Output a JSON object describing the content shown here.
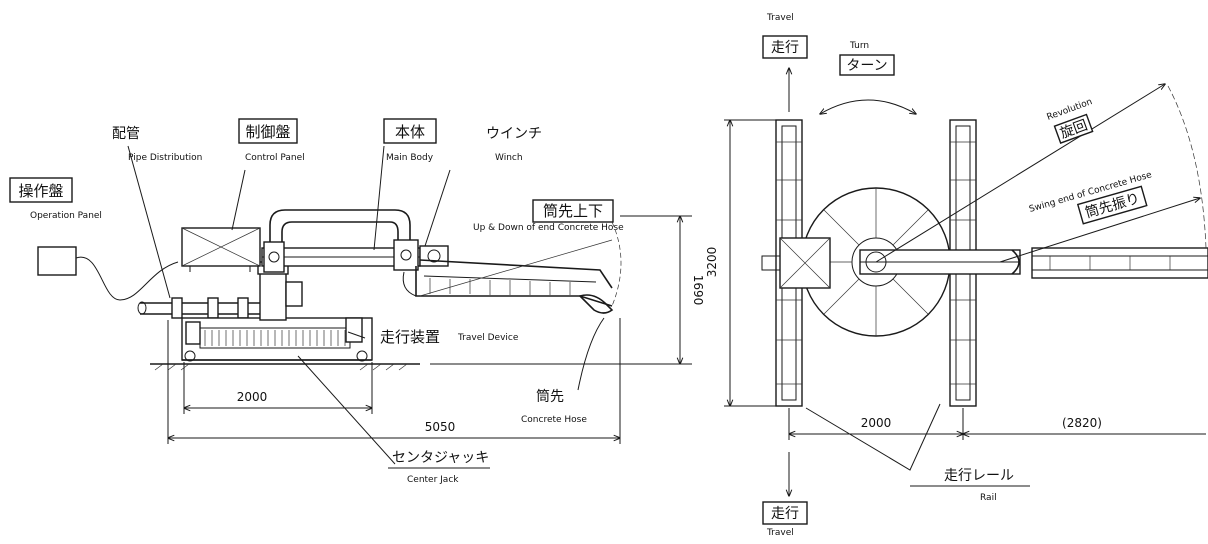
{
  "side_view": {
    "operation_panel": {
      "jp": "操作盤",
      "en": "Operation Panel"
    },
    "pipe_distribution": {
      "jp": "配管",
      "en": "Pipe Distribution"
    },
    "control_panel": {
      "jp": "制御盤",
      "en": "Control Panel"
    },
    "main_body": {
      "jp": "本体",
      "en": "Main Body"
    },
    "winch": {
      "jp": "ウインチ",
      "en": "Winch"
    },
    "up_down": {
      "jp": "筒先上下",
      "en": "Up & Down of end Concrete  Hose"
    },
    "travel_device": {
      "jp": "走行装置",
      "en": "Travel Device"
    },
    "concrete_hose": {
      "jp": "筒先",
      "en": "Concrete Hose"
    },
    "center_jack": {
      "jp": "センタジャッキ",
      "en": "Center Jack"
    },
    "dim_2000": "2000",
    "dim_5050": "5050",
    "dim_1690": "1690"
  },
  "top_view": {
    "travel_top": {
      "jp": "走行",
      "en": "Travel"
    },
    "travel_bottom": {
      "jp": "走行",
      "en": "Travel"
    },
    "turn": {
      "jp": "ターン",
      "en": "Turn"
    },
    "revolution": {
      "jp": "旋回",
      "en": "Revolution"
    },
    "swing": {
      "jp": "筒先振り",
      "en": "Swing end of Concrete Hose"
    },
    "rail": {
      "jp": "走行レール",
      "en": "Rail"
    },
    "dim_3200": "3200",
    "dim_2000": "2000",
    "dim_2820": "(2820)"
  }
}
